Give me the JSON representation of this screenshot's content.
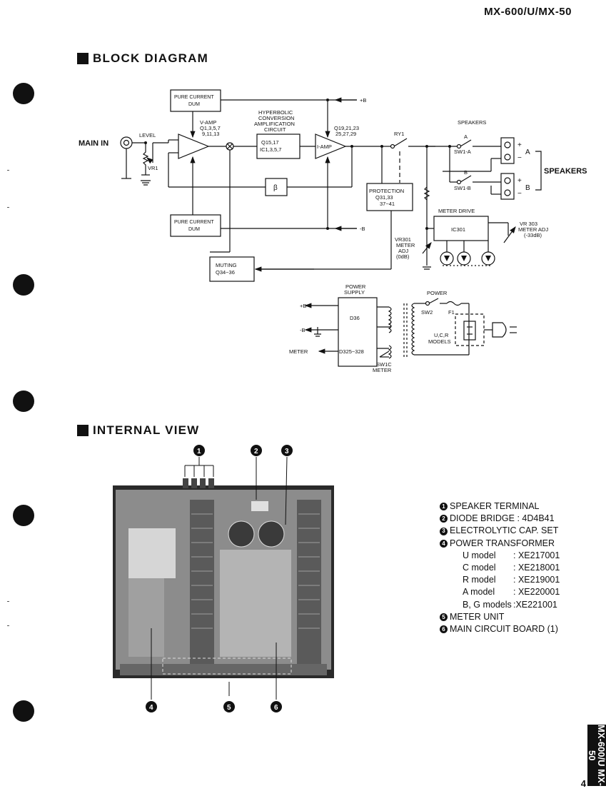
{
  "header": {
    "model": "MX-600/U/MX-50"
  },
  "sections": {
    "block_diagram_title": "BLOCK DIAGRAM",
    "internal_view_title": "INTERNAL VIEW"
  },
  "diagram": {
    "main_in": "MAIN IN",
    "level": "LEVEL",
    "vr1": "VR1",
    "pure_current_top_1": "PURE CURRENT",
    "pure_current_top_2": "DUM",
    "pure_current_bot_1": "PURE CURRENT",
    "pure_current_bot_2": "DUM",
    "vamp_1": "V-AMP",
    "vamp_2": "Q1,3,5,7",
    "vamp_3": "9,11,13",
    "hyper_1": "HYPERBOLIC",
    "hyper_2": "CONVERSION",
    "hyper_3": "AMPLIFICATION",
    "hyper_4": "CIRCUIT",
    "hyper_box_1": "Q15,17",
    "hyper_box_2": "IC1,3,5,7",
    "iamp": "I-AMP",
    "iamp_q_1": "Q19,21,23",
    "iamp_q_2": "25,27,29",
    "plus_b": "+B",
    "minus_b": "-B",
    "beta": "β",
    "ry1": "RY1",
    "protection_1": "PROTECTION",
    "protection_2": "Q31,33",
    "protection_3": "37~41",
    "speakers_top": "SPEAKERS",
    "speakers_main": "SPEAKERS",
    "a": "A",
    "b": "B",
    "swa": "SW1-A",
    "swb": "SW1-B",
    "plus": "+",
    "minus": "−",
    "meter_drive": "METER DRIVE",
    "ic301": "IC301",
    "vr303_1": "VR 303",
    "vr303_2": "METER ADJ",
    "vr303_3": "(-33dB)",
    "vr301_1": "VR301",
    "vr301_2": "METER",
    "vr301_3": "ADJ",
    "vr301_4": "(0dB)",
    "muting_1": "MUTING",
    "muting_2": "Q34~36",
    "ps_1": "POWER",
    "ps_2": "SUPPLY",
    "d36": "D36",
    "d325": "D325~328",
    "ps_plus_b": "+B",
    "ps_minus_b": "-B",
    "meter": "METER",
    "power": "POWER",
    "sw2": "SW2",
    "f1": "F1",
    "models_1": "U,C,R",
    "models_2": "MODELS",
    "swic_1": "SW1C",
    "swic_2": "METER"
  },
  "callouts": [
    "1",
    "2",
    "3",
    "4",
    "5",
    "6"
  ],
  "legend": {
    "items": [
      {
        "num": "1",
        "text": "SPEAKER TERMINAL"
      },
      {
        "num": "2",
        "text": "DIODE BRIDGE : 4D4B41"
      },
      {
        "num": "3",
        "text": "ELECTROLYTIC CAP. SET"
      },
      {
        "num": "4",
        "text": "POWER TRANSFORMER"
      }
    ],
    "models": [
      {
        "model": "U model",
        "part": ": XE217001"
      },
      {
        "model": "C model",
        "part": ": XE218001"
      },
      {
        "model": "R model",
        "part": ": XE219001"
      },
      {
        "model": "A model",
        "part": ": XE220001"
      },
      {
        "model": "B, G models",
        "part": ":XE221001"
      }
    ],
    "tail": [
      {
        "num": "5",
        "text": "METER UNIT"
      },
      {
        "num": "6",
        "text": "MAIN CIRCUIT BOARD (1)"
      }
    ]
  },
  "side_tab": "MX-600/U MX-50",
  "page_number": "4"
}
